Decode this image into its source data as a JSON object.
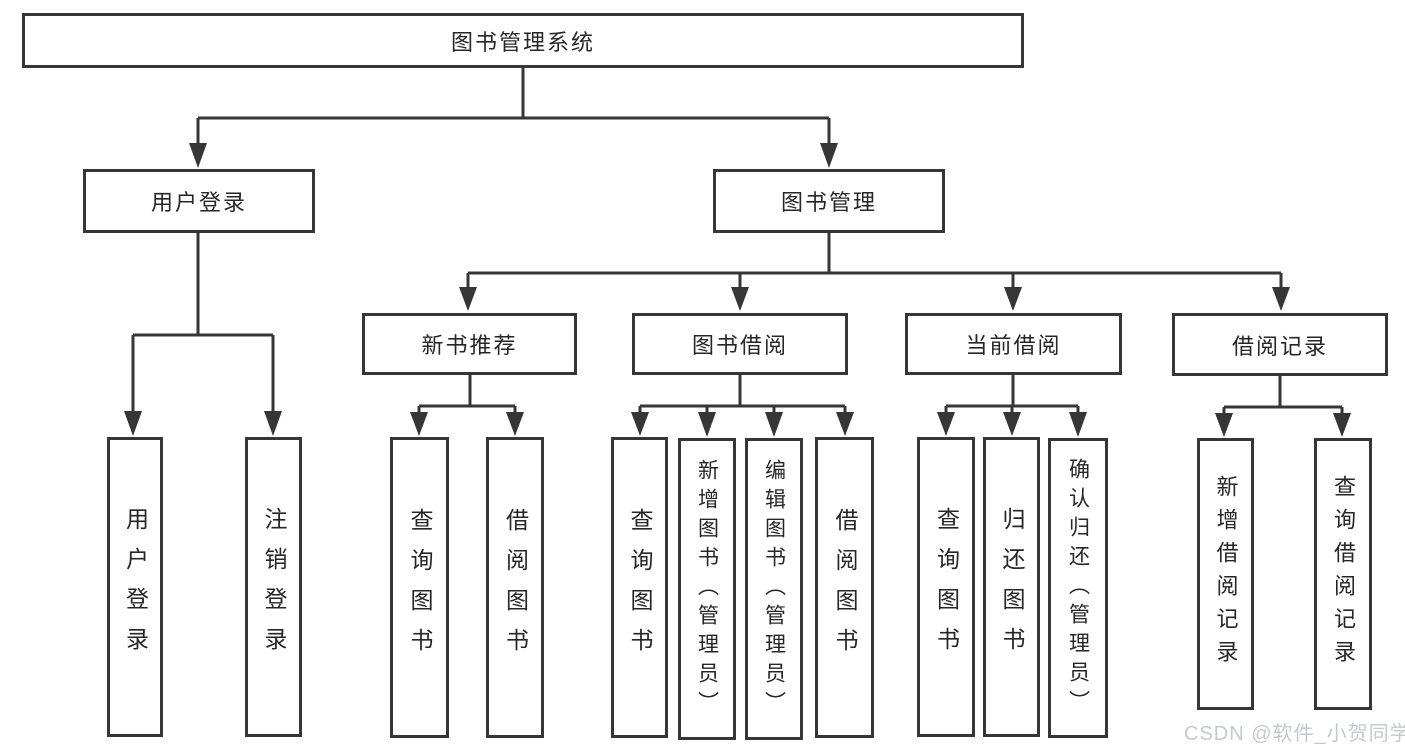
{
  "diagram": {
    "root": {
      "label": "图书管理系统"
    },
    "level2": [
      {
        "id": "user-login",
        "label": "用户登录"
      },
      {
        "id": "book-management",
        "label": "图书管理"
      }
    ],
    "level3": [
      {
        "id": "new-book-recommend",
        "label": "新书推荐"
      },
      {
        "id": "book-borrowing",
        "label": "图书借阅"
      },
      {
        "id": "current-borrowing",
        "label": "当前借阅"
      },
      {
        "id": "borrowing-records",
        "label": "借阅记录"
      }
    ],
    "leaves": [
      {
        "id": "user-login-leaf",
        "label": "用户登录"
      },
      {
        "id": "logout-leaf",
        "label": "注销登录"
      },
      {
        "id": "query-books-recommend",
        "label": "查询图书"
      },
      {
        "id": "borrow-books-recommend",
        "label": "借阅图书"
      },
      {
        "id": "query-books-borrowing",
        "label": "查询图书"
      },
      {
        "id": "add-books-admin",
        "label": "新增图书（管理员）"
      },
      {
        "id": "edit-books-admin",
        "label": "编辑图书（管理员）"
      },
      {
        "id": "borrow-books",
        "label": "借阅图书"
      },
      {
        "id": "query-books-current",
        "label": "查询图书"
      },
      {
        "id": "return-books",
        "label": "归还图书"
      },
      {
        "id": "confirm-return-admin",
        "label": "确认归还（管理员）"
      },
      {
        "id": "add-borrow-record",
        "label": "新增借阅记录"
      },
      {
        "id": "query-borrow-record",
        "label": "查询借阅记录"
      }
    ]
  },
  "watermark": {
    "text": "CSDN @软件_小贺同学"
  },
  "colors": {
    "line": "#363636",
    "box_border": "#363636",
    "text": "#262626",
    "background": "#ffffff",
    "watermark": "#c5c9ce"
  }
}
